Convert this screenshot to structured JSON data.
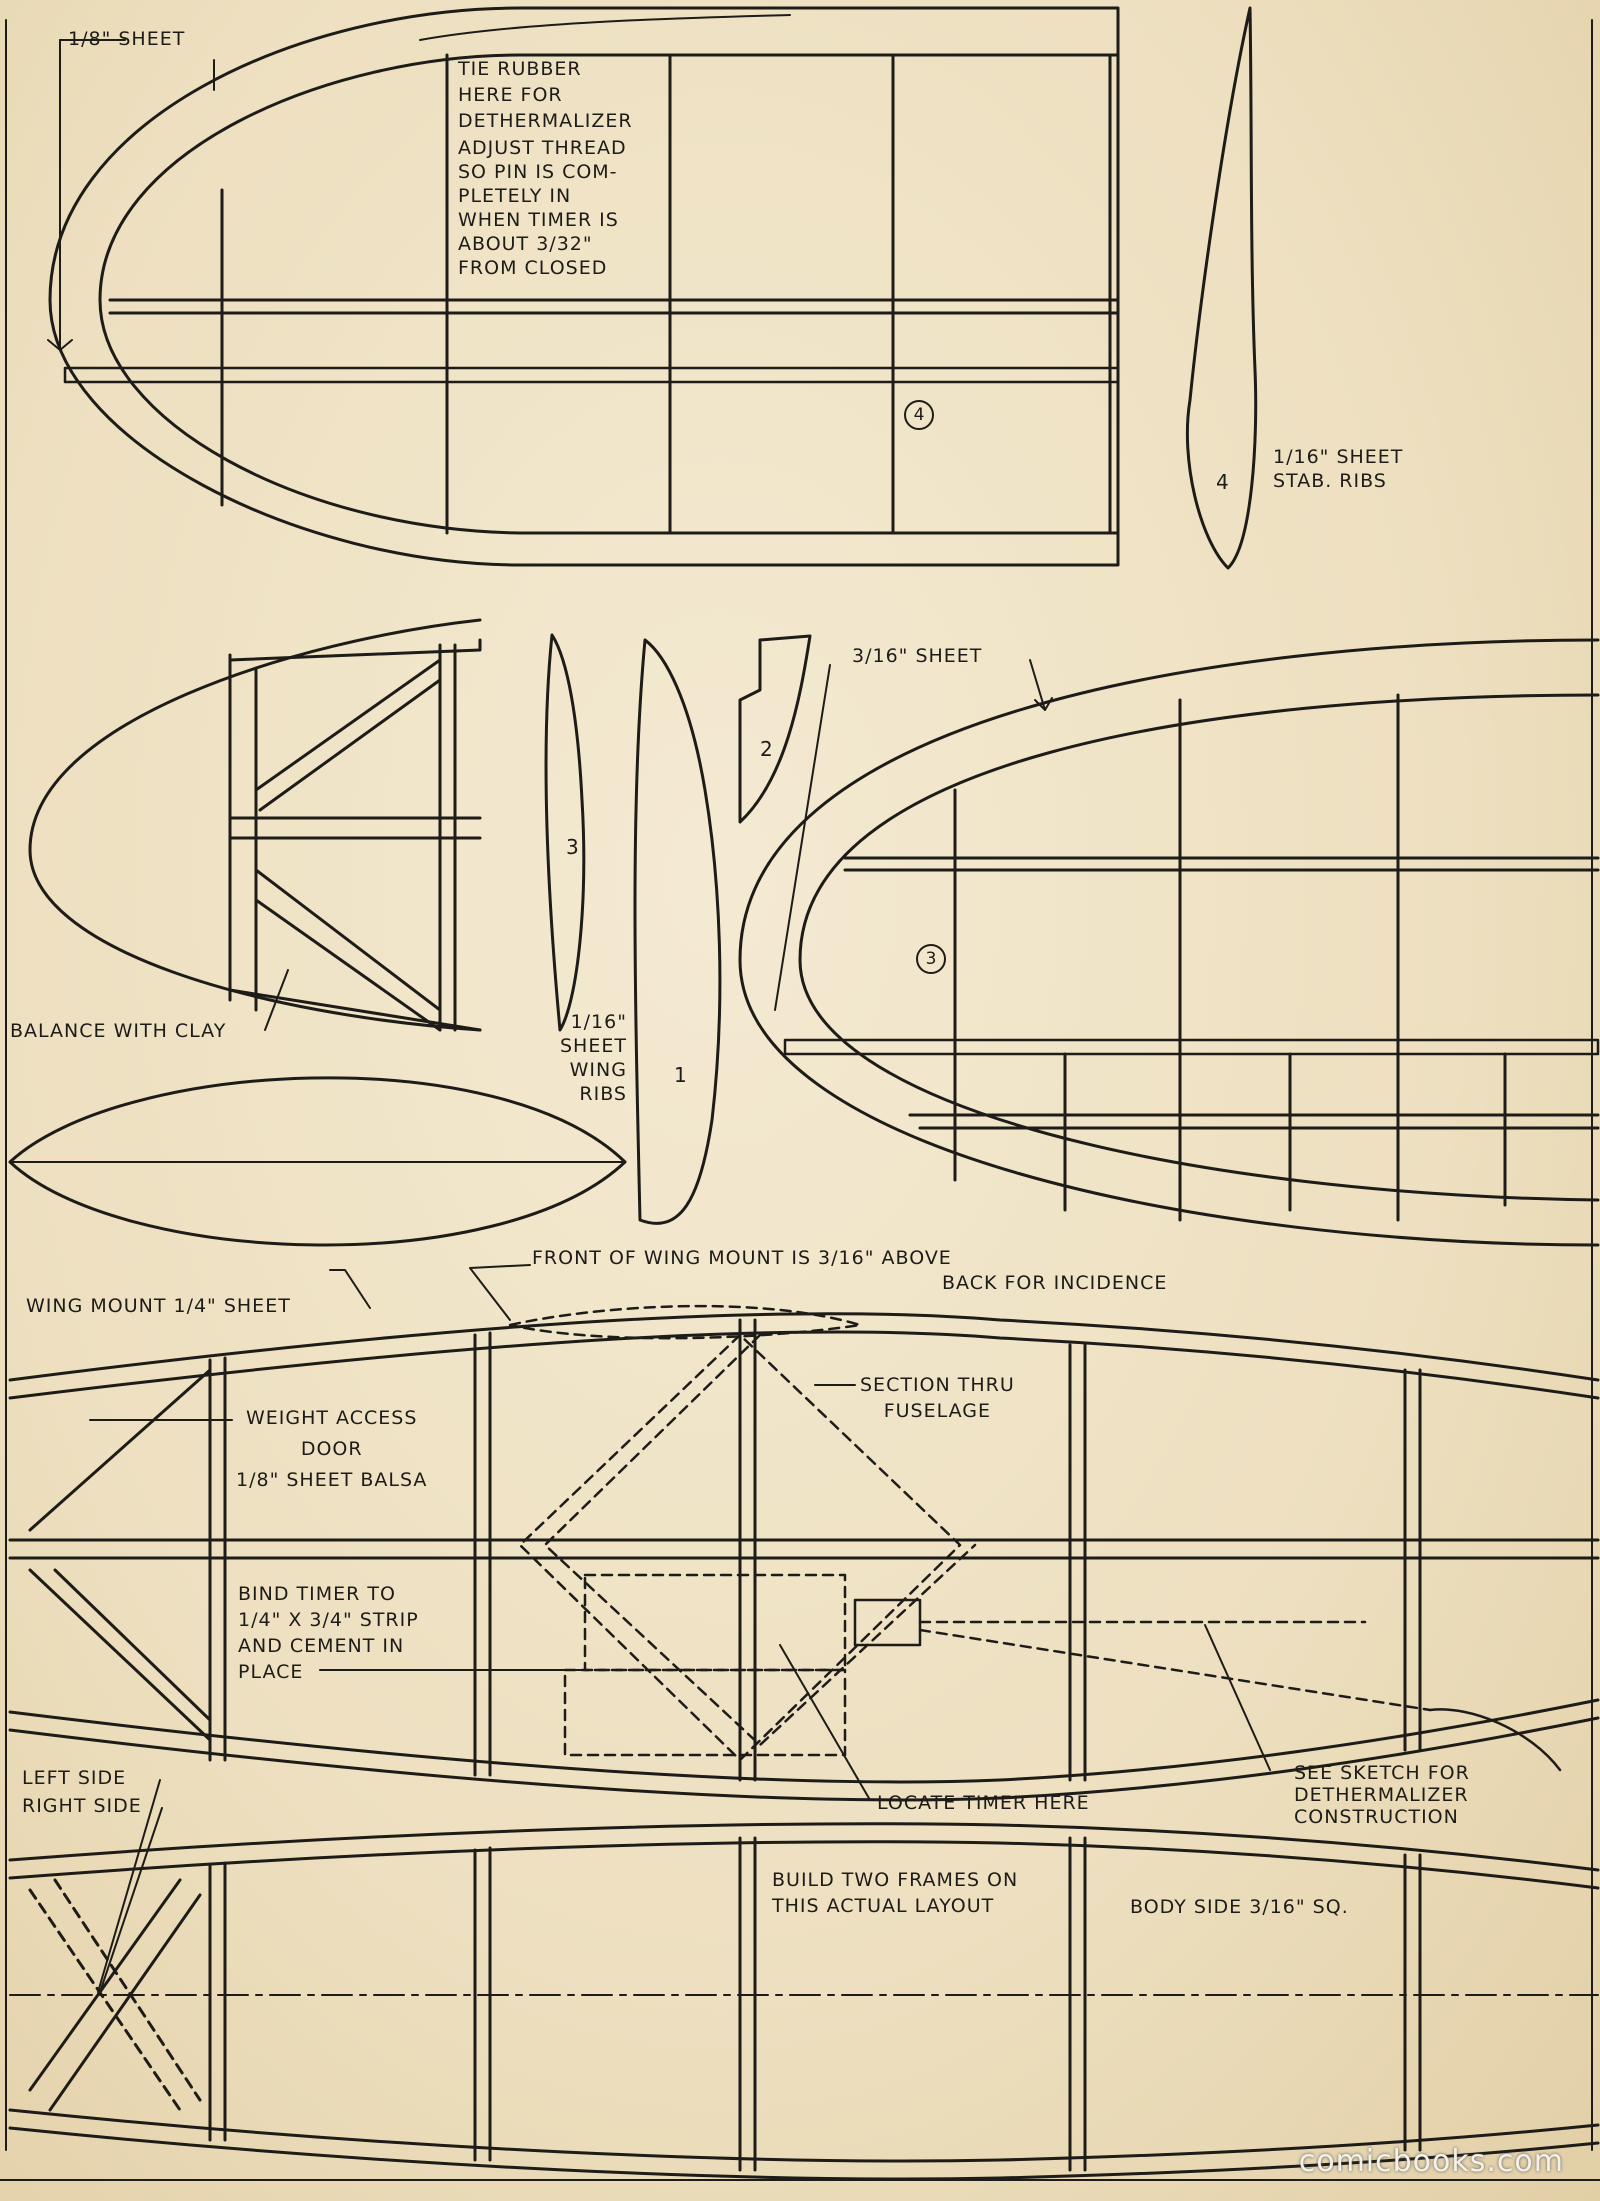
{
  "labels": {
    "stab_sheet_18": "1/8\" SHEET",
    "tie_rubber": [
      "TIE RUBBER",
      "HERE FOR",
      "DETHERMALIZER"
    ],
    "adjust_thread": [
      "ADJUST THREAD",
      "SO PIN IS COM-",
      "PLETELY IN",
      "WHEN TIMER IS",
      "ABOUT 3/32\"",
      "FROM CLOSED"
    ],
    "stab_ribs": [
      "1/16\" SHEET",
      "STAB. RIBS"
    ],
    "wing_sheet_316": "3/16\" SHEET",
    "balance_clay": "BALANCE WITH CLAY",
    "wing_ribs": [
      "1/16\"",
      "SHEET",
      "WING",
      "RIBS"
    ],
    "wing_mount": "WING MOUNT 1/4\" SHEET",
    "front_wing_mount": [
      "FRONT OF WING MOUNT IS 3/16\" ABOVE",
      "BACK FOR INCIDENCE"
    ],
    "section_thru": [
      "SECTION THRU",
      "FUSELAGE"
    ],
    "weight_access": [
      "WEIGHT ACCESS",
      "DOOR",
      "1/8\" SHEET BALSA"
    ],
    "bind_timer": [
      "BIND TIMER TO",
      "1/4\" X 3/4\" STRIP",
      "AND CEMENT IN",
      "PLACE"
    ],
    "left_side": "LEFT SIDE",
    "right_side": "RIGHT SIDE",
    "locate_timer": "LOCATE TIMER HERE",
    "see_sketch": [
      "SEE SKETCH FOR",
      "DETHERMALIZER",
      "CONSTRUCTION"
    ],
    "build_two": [
      "BUILD TWO FRAMES ON",
      "THIS ACTUAL LAYOUT"
    ],
    "body_side": "BODY SIDE 3/16\" SQ."
  },
  "part_numbers": {
    "rib_4": "4",
    "rib_3": "3",
    "rib_2": "2",
    "rib_1": "1",
    "circled_4": "4",
    "circled_3": "3"
  },
  "watermark": "comicbooks.com",
  "colors": {
    "paper": "#efe3c6",
    "ink": "#1e1c18"
  }
}
